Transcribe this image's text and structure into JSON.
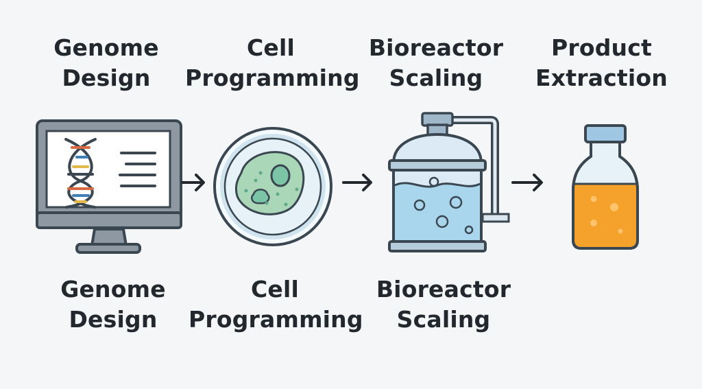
{
  "top_labels": [
    {
      "line1": "Genome",
      "line2": "Design"
    },
    {
      "line1": "Cell",
      "line2": "Programming"
    },
    {
      "line1": "Bioreactor",
      "line2": "Scaling"
    },
    {
      "line1": "Product",
      "line2": "Extraction"
    }
  ],
  "bottom_labels": [
    {
      "line1": "Genome",
      "line2": "Design"
    },
    {
      "line1": "Cell",
      "line2": "Programming"
    },
    {
      "line1": "Bioreactor",
      "line2": "Scaling"
    }
  ],
  "icons": [
    "computer-dna-icon",
    "petri-dish-cell-icon",
    "bioreactor-tank-icon",
    "product-bottle-icon"
  ],
  "colors": {
    "background": "#f4f6f8",
    "outline": "#3a4650",
    "monitor_frame": "#8d98a3",
    "screen": "#ffffff",
    "dish_ring": "#cfe4ef",
    "cell_fill": "#a9d7b8",
    "nucleus": "#7cc4a6",
    "water": "#a9d6ec",
    "glass": "#dbeaf4",
    "liquid_orange": "#f4a22c",
    "cap": "#9fc6e2"
  }
}
